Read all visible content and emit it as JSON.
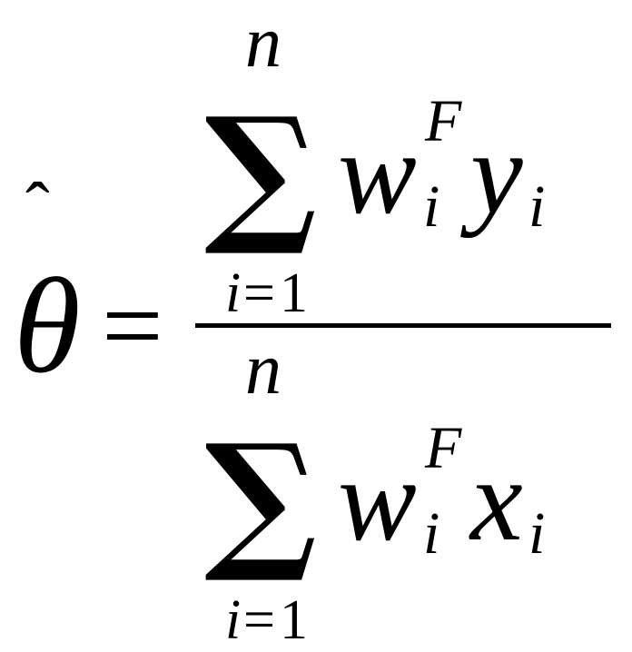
{
  "formula": {
    "lhs": {
      "symbol": "θ",
      "accent": "ˆ",
      "equals": "="
    },
    "numerator": {
      "sum_symbol": "∑",
      "upper_limit": "n",
      "lower_limit_var": "i",
      "lower_limit_eq": "=",
      "lower_limit_val": "1",
      "weight": "w",
      "weight_sub": "i",
      "weight_sup": "F",
      "variable": "y",
      "variable_sub": "i"
    },
    "denominator": {
      "sum_symbol": "∑",
      "upper_limit": "n",
      "lower_limit_var": "i",
      "lower_limit_eq": "=",
      "lower_limit_val": "1",
      "weight": "w",
      "weight_sub": "i",
      "weight_sup": "F",
      "variable": "x",
      "variable_sub": "i"
    }
  }
}
